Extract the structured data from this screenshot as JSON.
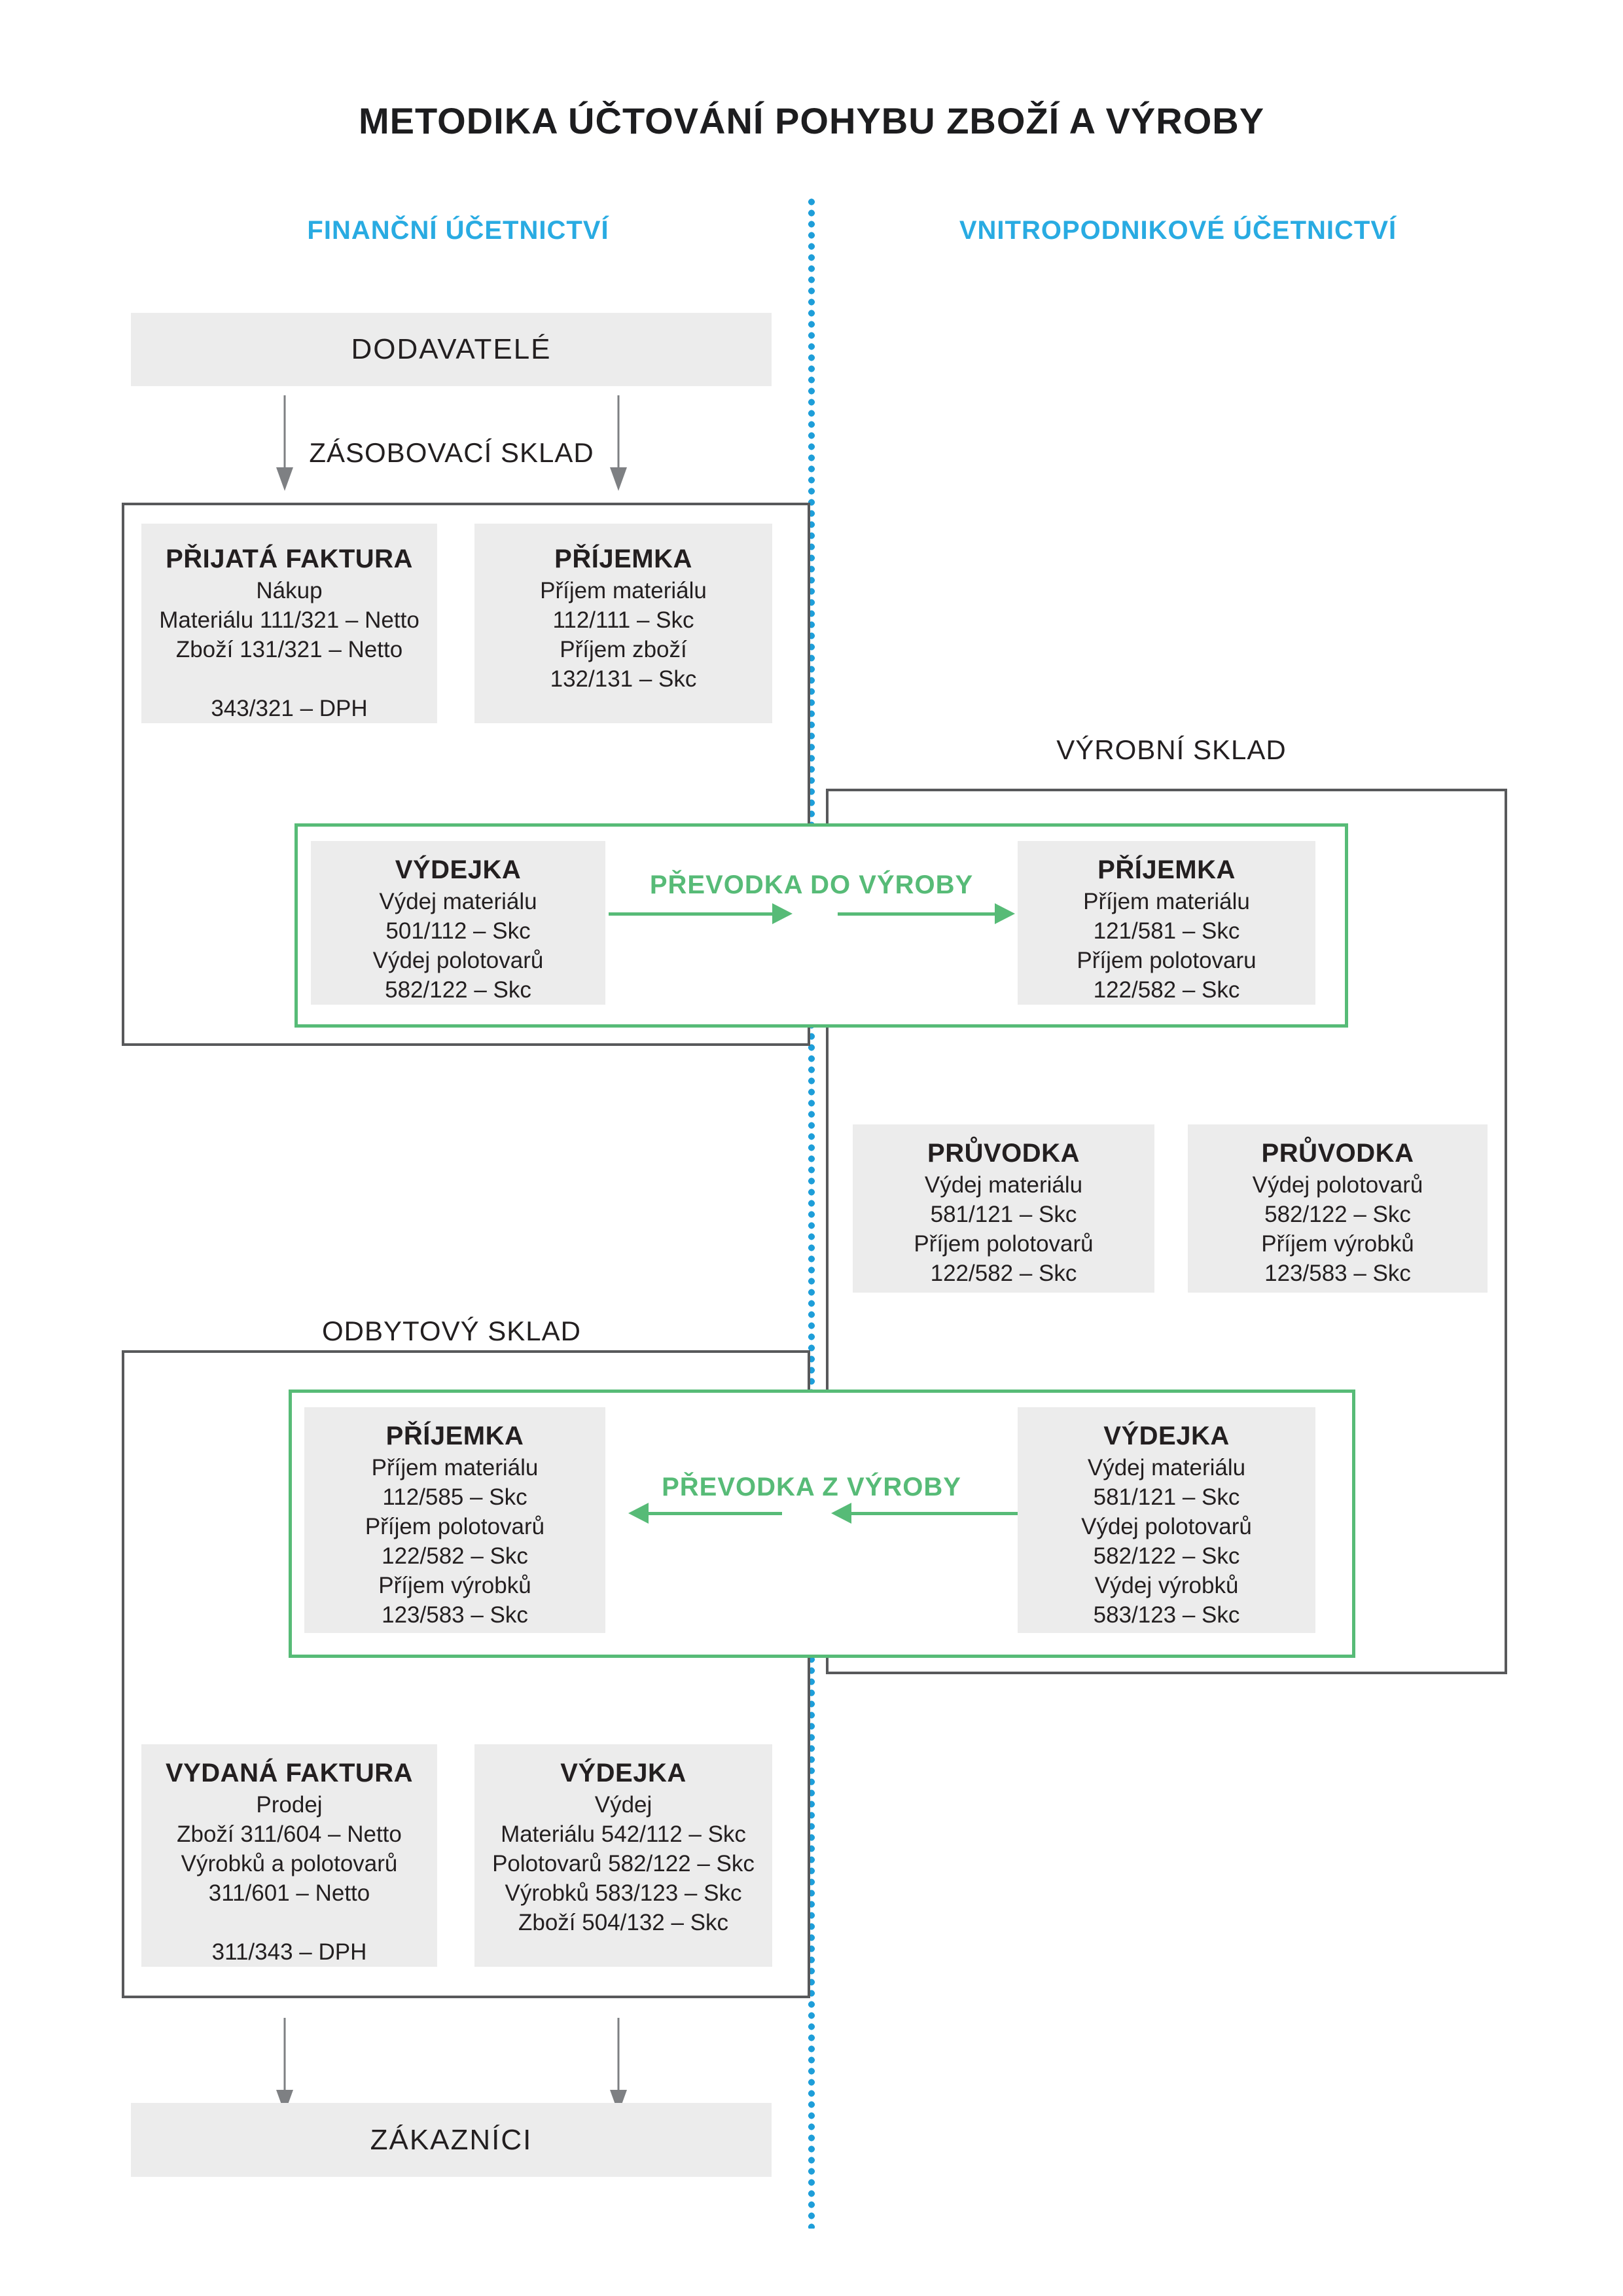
{
  "title": "METODIKA ÚČTOVÁNÍ POHYBU ZBOŽÍ A VÝROBY",
  "colors": {
    "accent_blue": "#29ABE2",
    "accent_green": "#57BB77",
    "card_fill": "#ECECEC",
    "outer_border": "#58595B",
    "arrow_gray": "#7E8083",
    "text": "#231F20"
  },
  "columns": {
    "left_header": "FINANČNÍ ÚČETNICTVÍ",
    "right_header": "VNITROPODNIKOVÉ ÚČETNICTVÍ"
  },
  "nodes": {
    "suppliers": "DODAVATELÉ",
    "customers": "ZÁKAZNÍCI"
  },
  "sections": {
    "supply_warehouse": "ZÁSOBOVACÍ SKLAD",
    "production_warehouse": "VÝROBNÍ SKLAD",
    "sales_warehouse": "ODBYTOVÝ SKLAD"
  },
  "transfers": {
    "to_production": "PŘEVODKA DO VÝROBY",
    "from_production": "PŘEVODKA Z VÝROBY"
  },
  "cards": {
    "prijata_faktura": {
      "title": "PŘIJATÁ FAKTURA",
      "lines": [
        "Nákup",
        "Materiálu 111/321 – Netto",
        "Zboží 131/321 – Netto",
        "",
        "343/321 – DPH"
      ]
    },
    "prijemka_zasobovaci": {
      "title": "PŘÍJEMKA",
      "lines": [
        "Příjem materiálu",
        "112/111 – Skc",
        "Příjem zboží",
        "132/131 – Skc"
      ]
    },
    "vydejka_do_vyroby": {
      "title": "VÝDEJKA",
      "lines": [
        "Výdej materiálu",
        "501/112 – Skc",
        "Výdej polotovarů",
        "582/122 – Skc"
      ]
    },
    "prijemka_vyrobni": {
      "title": "PŘÍJEMKA",
      "lines": [
        "Příjem materiálu",
        "121/581 – Skc",
        "Příjem polotovaru",
        "122/582 – Skc"
      ]
    },
    "pruvodka_material": {
      "title": "PRŮVODKA",
      "lines": [
        "Výdej materiálu",
        "581/121 – Skc",
        "Příjem polotovarů",
        "122/582 – Skc"
      ]
    },
    "pruvodka_vyrobky": {
      "title": "PRŮVODKA",
      "lines": [
        "Výdej polotovarů",
        "582/122 – Skc",
        "Příjem výrobků",
        "123/583 – Skc"
      ]
    },
    "prijemka_odbytovy": {
      "title": "PŘÍJEMKA",
      "lines": [
        "Příjem materiálu",
        "112/585 – Skc",
        "Příjem polotovarů",
        "122/582 – Skc",
        "Příjem výrobků",
        "123/583 – Skc"
      ]
    },
    "vydejka_z_vyroby": {
      "title": "VÝDEJKA",
      "lines": [
        "Výdej materiálu",
        "581/121 – Skc",
        "Výdej polotovarů",
        "582/122 – Skc",
        "Výdej výrobků",
        "583/123 – Skc"
      ]
    },
    "vydana_faktura": {
      "title": "VYDANÁ FAKTURA",
      "lines": [
        "Prodej",
        "Zboží 311/604 – Netto",
        "Výrobků a polotovarů",
        "311/601 – Netto",
        "",
        "311/343 – DPH"
      ]
    },
    "vydejka_prodej": {
      "title": "VÝDEJKA",
      "lines": [
        "Výdej",
        "Materiálu 542/112 – Skc",
        "Polotovarů 582/122 – Skc",
        "Výrobků 583/123 – Skc",
        "Zboží 504/132 – Skc"
      ]
    }
  }
}
